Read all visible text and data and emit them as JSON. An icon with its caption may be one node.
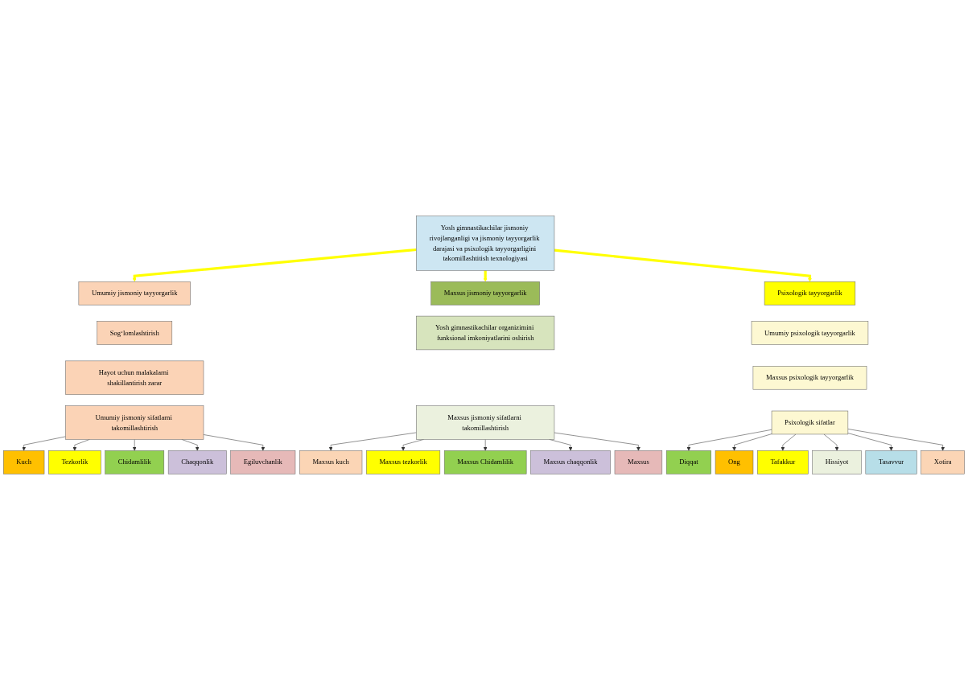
{
  "diagram": {
    "nodes": [
      {
        "text": [
          "Yosh gimnastikachilar jismoniy rivojlanganligi va jismoniy tayyorgarlik darajasi va psixologik tayyorgarligini takomillashtitish texnologiyasi"
        ]
      },
      {
        "text": [
          "Umumiy jismoniy tayyorgarlik"
        ]
      },
      {
        "text": [
          "Sog‘lomlashtirish"
        ]
      },
      {
        "text": [
          "Hayot uchun malakalarni shakillantirish zarar"
        ]
      },
      {
        "text": [
          "Umumiy jismoniy sifatlarni takomillashtirish"
        ]
      },
      {
        "text": [
          "Maxsus jismoniy tayyorgarlik"
        ]
      },
      {
        "text": [
          "Yosh gimnastikachilar organizimini funksional imkoniyatlarini oshirish"
        ]
      },
      {
        "text": [
          "Maxsus jismoniy sifatlarni takomillashtirish"
        ]
      },
      {
        "text": [
          "Psixologik tayyorgarlik"
        ]
      },
      {
        "text": [
          "Umumiy psixologik tayyorgarlik"
        ]
      },
      {
        "text": [
          "Maxsus psixologik tayyorgarlik"
        ]
      },
      {
        "text": [
          "Psixologik sifatlar"
        ]
      },
      {
        "text": [
          "Kuch"
        ]
      },
      {
        "text": [
          "Tezkorlik"
        ]
      },
      {
        "text": [
          "Chidamlilik"
        ]
      },
      {
        "text": [
          "Chaqqonlik"
        ]
      },
      {
        "text": [
          "Egiluvchanlik"
        ]
      },
      {
        "text": [
          "Maxsus kuch"
        ]
      },
      {
        "text": [
          "Maxsus tezkorlik"
        ]
      },
      {
        "text": [
          "Maxsus Chidamlilik"
        ]
      },
      {
        "text": [
          "Maxsus chaqqonlik"
        ]
      },
      {
        "text": [
          "Maxsus"
        ]
      },
      {
        "text": [
          "Diqqat"
        ]
      },
      {
        "text": [
          "Ong"
        ]
      },
      {
        "text": [
          "Tafakkur"
        ]
      },
      {
        "text": [
          "Hissiyot"
        ]
      },
      {
        "text": [
          "Tasavvur"
        ]
      },
      {
        "text": [
          "Xotira"
        ]
      }
    ],
    "edges": [
      {
        "from": 0,
        "to": 1,
        "arrow": "to",
        "style": "thick",
        "color": "#ffff00"
      },
      {
        "from": 0,
        "to": 5,
        "arrow": "to",
        "style": "thick",
        "color": "#ffff00"
      },
      {
        "from": 0,
        "to": 8,
        "arrow": "to",
        "style": "thick",
        "color": "#ffff00"
      },
      {
        "from": 4,
        "to": 12,
        "arrow": "to"
      },
      {
        "from": 4,
        "to": 13,
        "arrow": "to"
      },
      {
        "from": 4,
        "to": 14,
        "arrow": "to"
      },
      {
        "from": 4,
        "to": 15,
        "arrow": "to"
      },
      {
        "from": 4,
        "to": 16,
        "arrow": "to"
      },
      {
        "from": 7,
        "to": 17,
        "arrow": "to"
      },
      {
        "from": 7,
        "to": 18,
        "arrow": "to"
      },
      {
        "from": 7,
        "to": 19,
        "arrow": "to"
      },
      {
        "from": 7,
        "to": 20,
        "arrow": "to"
      },
      {
        "from": 7,
        "to": 21,
        "arrow": "to"
      },
      {
        "from": 11,
        "to": 22,
        "arrow": "to"
      },
      {
        "from": 11,
        "to": 23,
        "arrow": "to"
      },
      {
        "from": 11,
        "to": 24,
        "arrow": "to"
      },
      {
        "from": 11,
        "to": 25,
        "arrow": "to"
      },
      {
        "from": 11,
        "to": 26,
        "arrow": "to"
      },
      {
        "from": 11,
        "to": 27,
        "arrow": "to"
      }
    ]
  }
}
